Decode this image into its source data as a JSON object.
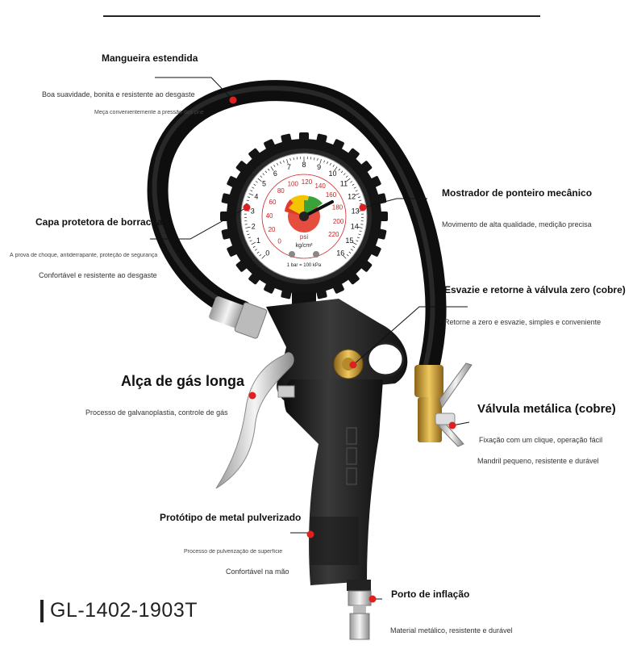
{
  "labels": {
    "hose_title": "Mangueira estendida",
    "hose_sub1": "Boa suavidade, bonita e resistente ao desgaste",
    "hose_sub2": "Meça convenientemente a pressão dos pneus",
    "cover_title": "Capa protetora de borracha",
    "cover_sub1": "À prova de choque, antiderrapante, proteção de segurança",
    "cover_sub2": "Confortável e resistente ao desgaste",
    "gauge_title": "Mostrador de ponteiro mecânico",
    "gauge_sub": "Movimento de alta qualidade, medição precisa",
    "valve_title": "Esvazie e retorne à válvula zero (cobre)",
    "valve_sub": "Retorne a zero e esvazie, simples e conveniente",
    "handle_title": "Alça de gás longa",
    "handle_sub": "Processo de galvanoplastia, controle de gás",
    "metal_valve_title": "Válvula metálica (cobre)",
    "metal_valve_sub1": "Fixação com um clique, operação fácil",
    "metal_valve_sub2": "Mandril pequeno, resistente e durável",
    "body_title": "Protótipo de metal pulverizado",
    "body_sub1": "Processo de pulverização de superfície",
    "body_sub2": "Confortável na mão",
    "port_title": "Porto de inflação",
    "port_sub": "Material metálico, resistente e durável"
  },
  "gauge": {
    "outer_ticks": [
      "0",
      "1",
      "2",
      "3",
      "4",
      "5",
      "6",
      "7",
      "8",
      "9",
      "10",
      "11",
      "12",
      "13",
      "14",
      "15",
      "16"
    ],
    "inner_ticks": [
      "0",
      "20",
      "40",
      "60",
      "80",
      "100",
      "120",
      "140",
      "160",
      "180",
      "200",
      "220"
    ],
    "unit1": "psi",
    "unit2": "kg/cm²",
    "note": "1 bar = 100 kPa"
  },
  "model": "GL-1402-1903T",
  "colors": {
    "marker": "#e02020",
    "brass": "#c89a3a",
    "rubber": "#1c1c1c"
  }
}
